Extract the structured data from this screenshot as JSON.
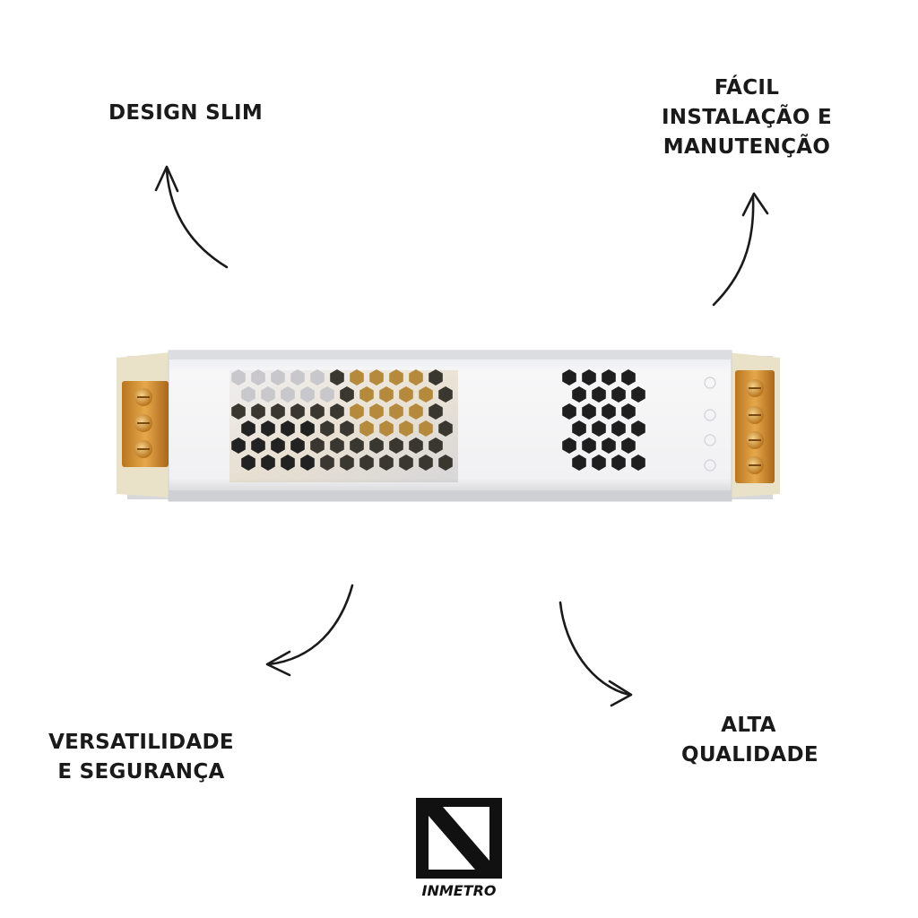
{
  "features": {
    "design_slim": {
      "lines": [
        "DESIGN SLIM"
      ]
    },
    "facil_instalacao": {
      "lines": [
        "FÁCIL",
        "INSTALAÇÃO E",
        "MANUTENÇÃO"
      ]
    },
    "versatilidade": {
      "lines": [
        "VERSATILIDADE",
        "E SEGURANÇA"
      ]
    },
    "alta_qualidade": {
      "lines": [
        "ALTA",
        "QUALIDADE"
      ]
    }
  },
  "logo": {
    "text": "INMETRO"
  },
  "icons": [
    "curved-arrow-icon",
    "inmetro-logo-icon"
  ],
  "colors": {
    "text": "#1a1a1a",
    "background": "#ffffff",
    "terminal": "#d9942f"
  }
}
